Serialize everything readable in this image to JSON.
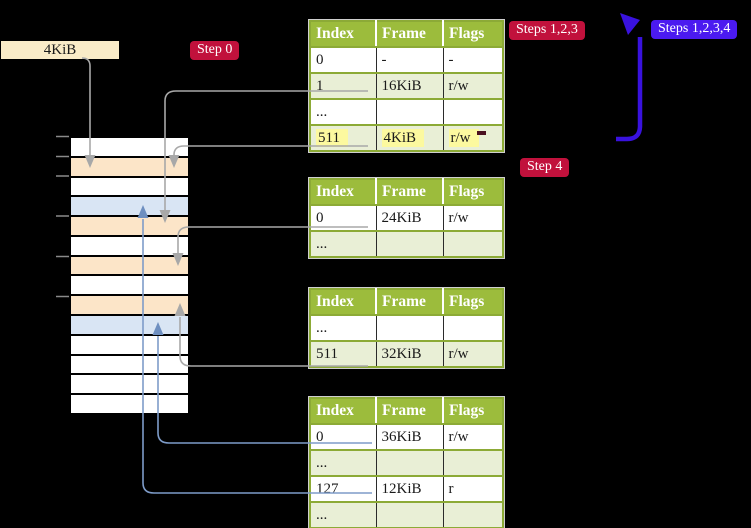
{
  "colors": {
    "background": "#000000",
    "table_header_bg": "#9cbc3c",
    "table_border": "#8caa36",
    "table_row_alt": "#e9efd6",
    "highlight_yellow": "#fcf99f",
    "page_box_bg": "#faecc8",
    "badge_crimson": "#c1113c",
    "badge_violet": "#4b1af0",
    "strip_peach": "#fce5c8",
    "strip_blue": "#d9e5f4",
    "connector_gray": "#a8a8a8",
    "connector_blue": "#7e9cc9",
    "big_arrow_violet": "#3912de"
  },
  "page_box": {
    "label": "4KiB"
  },
  "badges": {
    "step0": {
      "label": "Step 0"
    },
    "steps123": {
      "label": "Steps 1,2,3"
    },
    "steps1234": {
      "label": "Steps 1,2,3,4"
    },
    "step4": {
      "label": "Step 4"
    }
  },
  "tables": [
    {
      "name": "page-table-step0",
      "header": [
        "Index",
        "Frame",
        "Flags"
      ],
      "rows": [
        [
          "0",
          "-",
          "-"
        ],
        [
          "1",
          "16KiB",
          "r/w"
        ],
        [
          "...",
          "",
          ""
        ],
        [
          "511",
          "4KiB",
          "r/w"
        ]
      ],
      "highlight_row": 3
    },
    {
      "name": "page-table-step4-a",
      "header": [
        "Index",
        "Frame",
        "Flags"
      ],
      "rows": [
        [
          "0",
          "24KiB",
          "r/w"
        ],
        [
          "...",
          "",
          ""
        ]
      ]
    },
    {
      "name": "page-table-step4-b",
      "header": [
        "Index",
        "Frame",
        "Flags"
      ],
      "rows": [
        [
          "...",
          "",
          ""
        ],
        [
          "511",
          "32KiB",
          "r/w"
        ]
      ]
    },
    {
      "name": "page-table-step4-c",
      "header": [
        "Index",
        "Frame",
        "Flags"
      ],
      "rows": [
        [
          "0",
          "36KiB",
          "r/w"
        ],
        [
          "...",
          "",
          ""
        ],
        [
          "127",
          "12KiB",
          "r"
        ],
        [
          "...",
          "",
          ""
        ]
      ]
    }
  ],
  "memory_strip": {
    "rows": [
      "white",
      "peach",
      "white",
      "blue",
      "peach",
      "white",
      "peach",
      "white",
      "peach",
      "blue",
      "white",
      "white",
      "white",
      "white"
    ]
  },
  "connections": [
    {
      "from": "4KiB box",
      "to": "frame 4KiB (row 2)",
      "color": "gray",
      "direction": "down"
    },
    {
      "from": "page-table-step0 entry 1 (16KiB)",
      "to": "frame 16KiB (row 5)",
      "color": "gray",
      "direction": "down"
    },
    {
      "from": "page-table-step0 entry 511 (4KiB)",
      "to": "frame 4KiB (row 2)",
      "color": "gray",
      "direction": "down"
    },
    {
      "from": "page-table-step4-a entry 0 (24KiB)",
      "to": "frame 24KiB (row 7)",
      "color": "gray",
      "direction": "down"
    },
    {
      "from": "page-table-step4-b entry 511 (32KiB)",
      "to": "frame 32KiB (row 9)",
      "color": "gray",
      "direction": "up"
    },
    {
      "from": "page-table-step4-c entry 0 (36KiB)",
      "to": "frame 36KiB (row 10)",
      "color": "blue",
      "direction": "up"
    },
    {
      "from": "page-table-step4-c entry 127 (12KiB)",
      "to": "frame 12KiB (row 4)",
      "color": "blue",
      "direction": "up"
    },
    {
      "from": "page-table-step0 entry 511",
      "to": "Steps 1,2,3 annotation",
      "color": "violet",
      "direction": "up"
    }
  ]
}
